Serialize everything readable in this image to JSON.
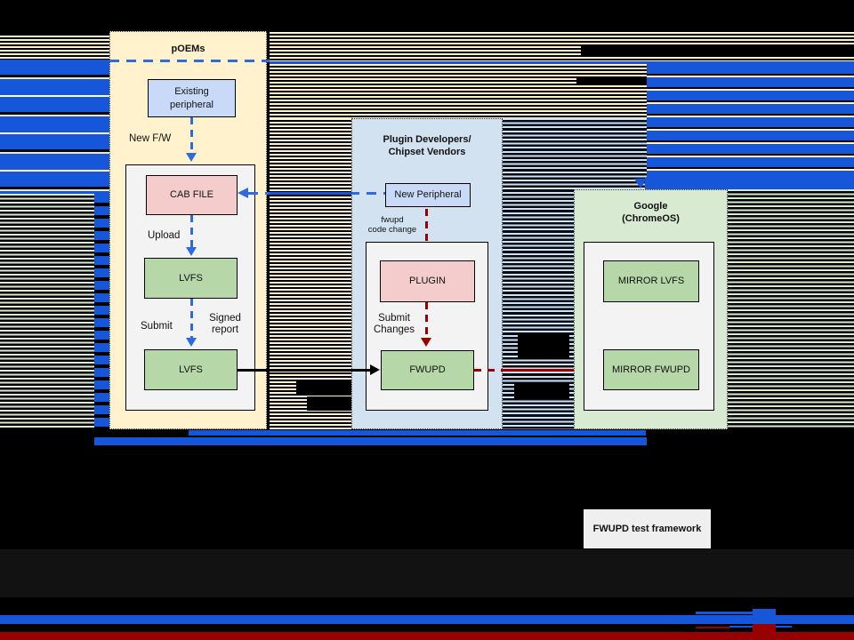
{
  "diagram": {
    "groups": {
      "poems": {
        "title": "pOEMs"
      },
      "plugin_vendors": {
        "title": "Plugin Developers/\nChipset Vendors"
      },
      "google": {
        "title": "Google\n(ChromeOS)"
      }
    },
    "nodes": {
      "existing_peripheral": "Existing\nperipheral",
      "cab_file": "CAB FILE",
      "lvfs_upper": "LVFS",
      "lvfs_lower": "LVFS",
      "new_peripheral": "New Peripheral",
      "plugin": "PLUGIN",
      "fwupd": "FWUPD",
      "mirror_lvfs": "MIRROR LVFS",
      "mirror_fwupd": "MIRROR FWUPD",
      "test_framework": "FWUPD test framework"
    },
    "edge_labels": {
      "new_fw": "New F/W",
      "upload": "Upload",
      "submit": "Submit",
      "signed_report": "Signed\nreport",
      "fwupd_code_change": "fwupd\ncode change",
      "submit_changes": "Submit\nChanges"
    },
    "colors": {
      "glitch_blue": "#1656D9",
      "arrow_blue": "#2F6BDB",
      "arrow_red": "#990000",
      "poems_bg": "#FFF2CC",
      "plugin_group_bg": "#D2E2F1",
      "google_group_bg": "#D9EAD3",
      "node_green": "#B6D7A8",
      "node_pink": "#F4CCCC",
      "node_blue": "#C9DAF8",
      "container_bg": "#F3F3F3",
      "framework_bg": "#EFEFEF"
    }
  }
}
